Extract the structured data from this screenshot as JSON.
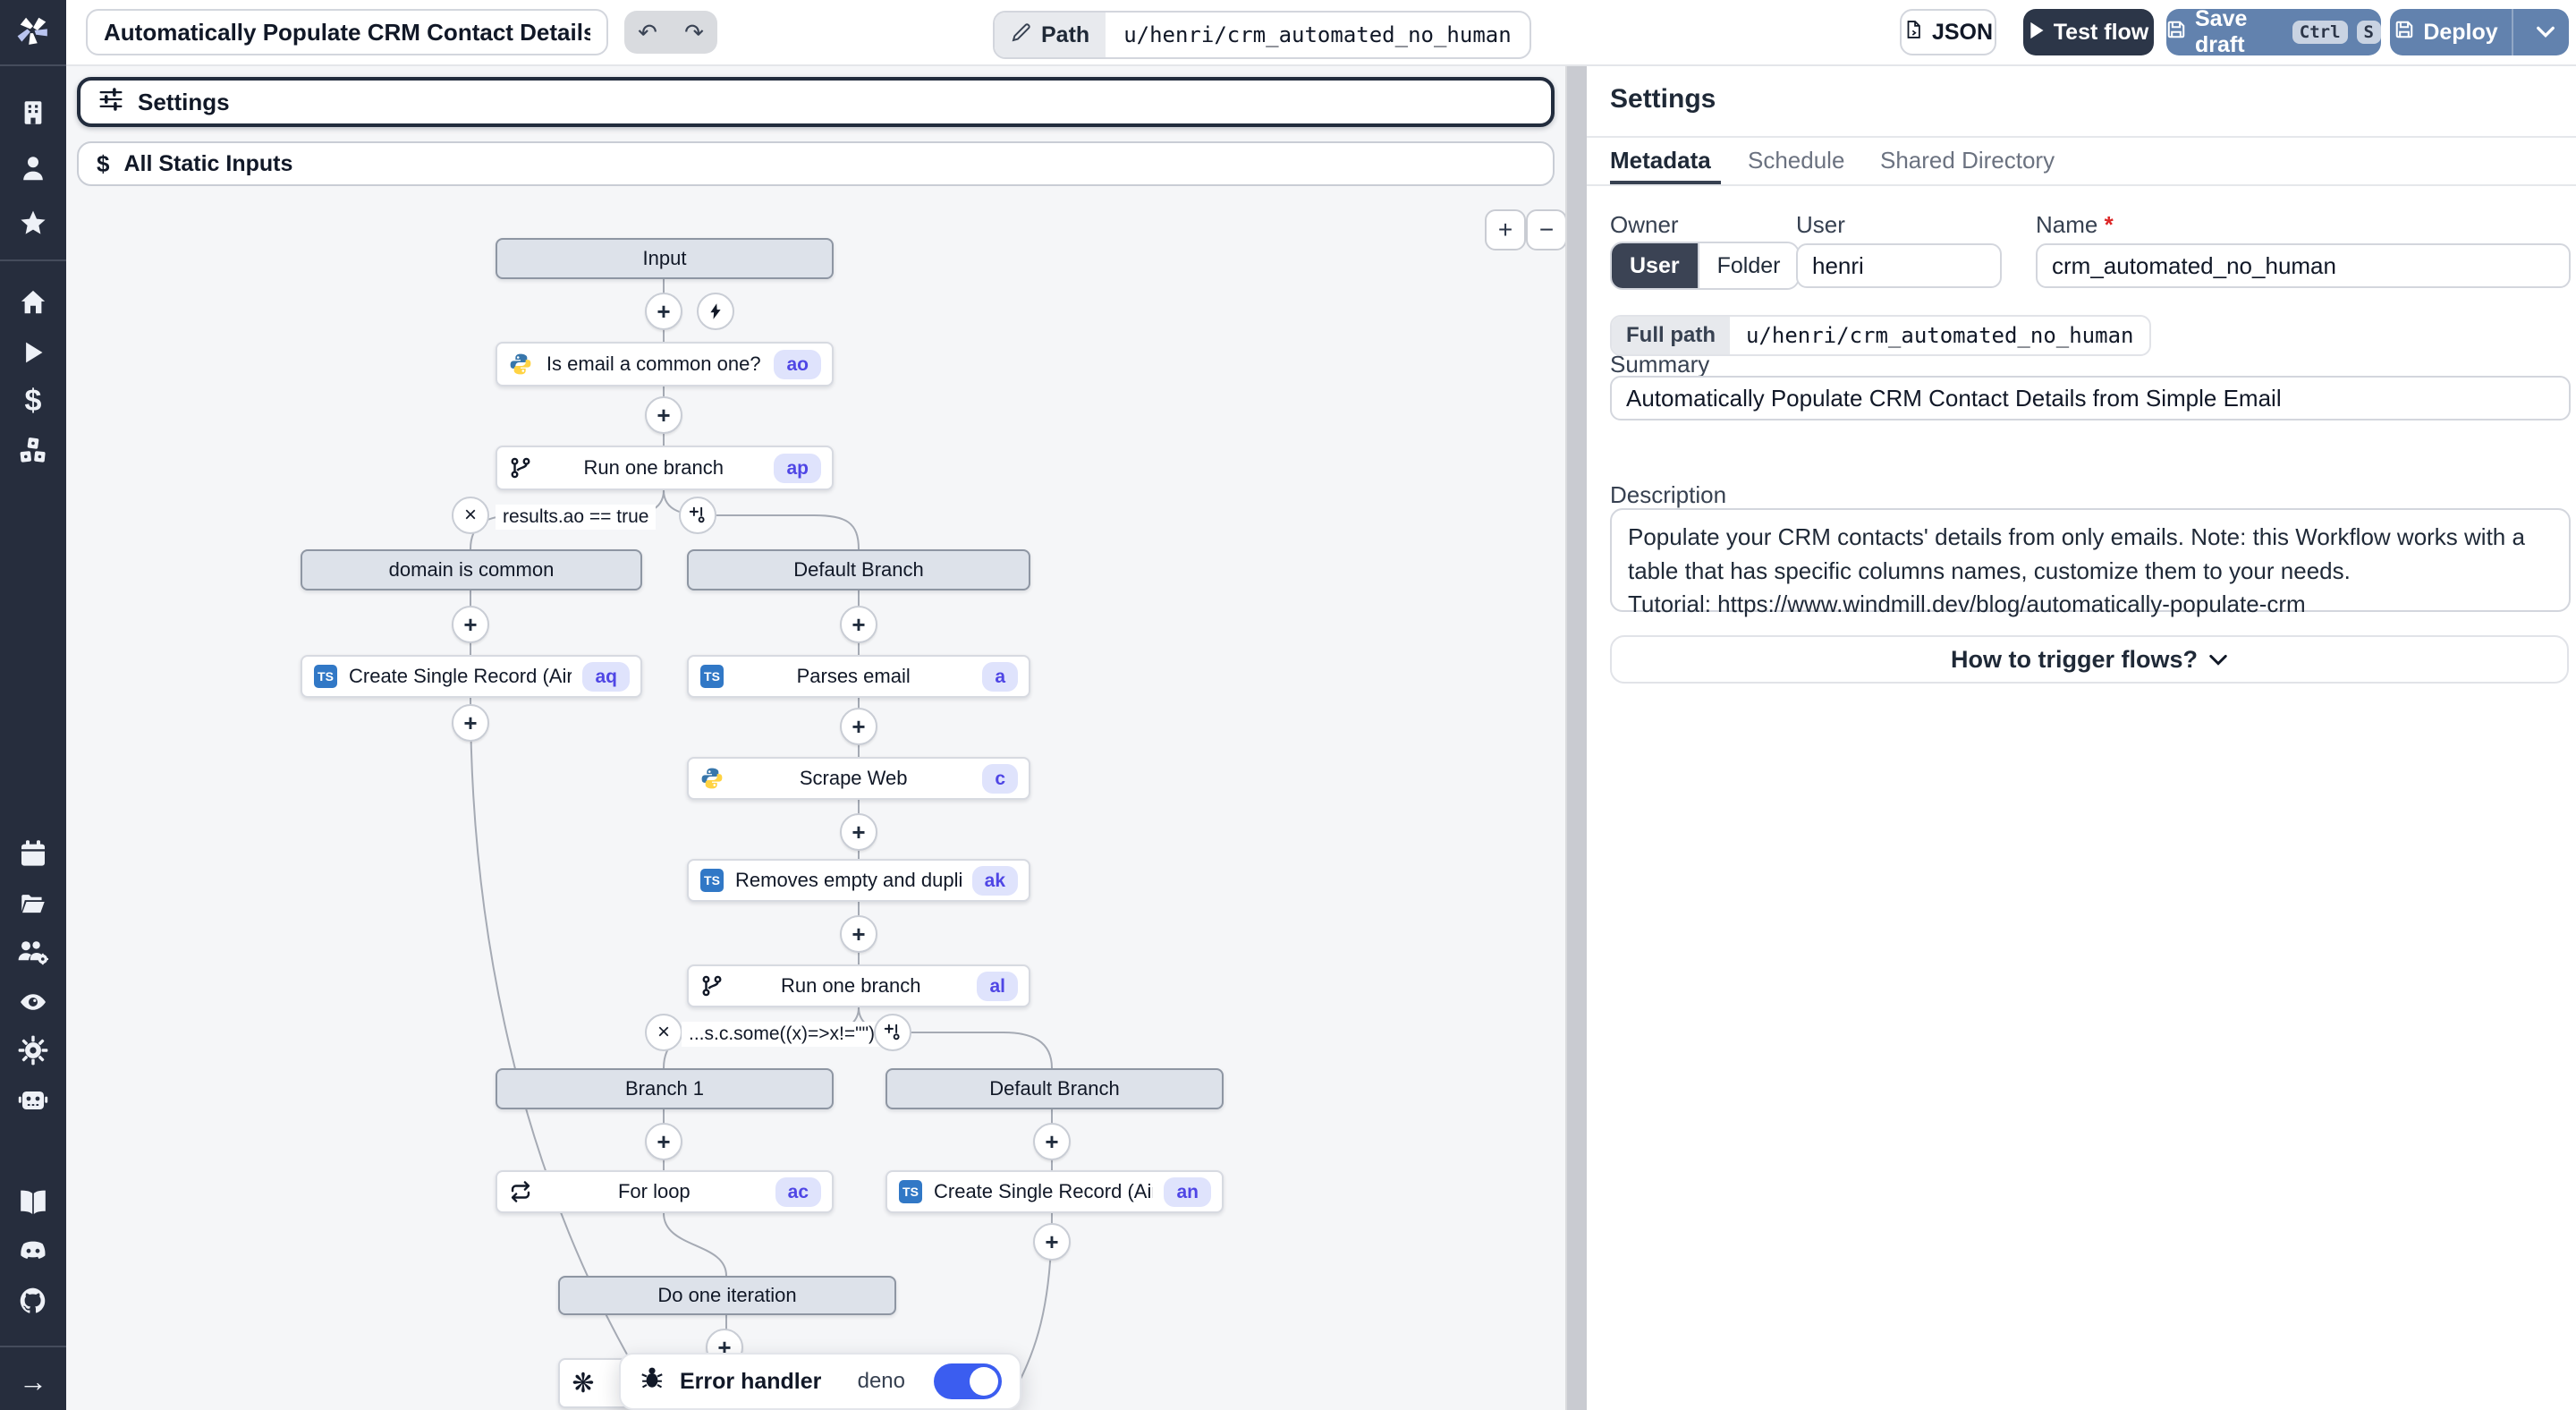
{
  "topbar": {
    "title_value": "Automatically Populate CRM Contact Details from",
    "path_label": "Path",
    "path_value": "u/henri/crm_automated_no_human",
    "json_button": "JSON",
    "test_flow_button": "Test flow",
    "save_draft_button": "Save draft",
    "shortcut_ctrl": "Ctrl",
    "shortcut_s": "S",
    "deploy_button": "Deploy"
  },
  "canvas": {
    "settings_bar": "Settings",
    "static_inputs_bar": "All Static Inputs",
    "zoom_in": "+",
    "zoom_out": "−"
  },
  "flow": {
    "conditions": {
      "branch1": "results.ao == true",
      "branch2": "...s.c.some((x)=>x!=\"\")"
    },
    "nodes": {
      "input": {
        "label": "Input"
      },
      "email_check": {
        "label": "Is email a common one?",
        "badge": "ao"
      },
      "run_branch_top": {
        "label": "Run one branch",
        "badge": "ap"
      },
      "domain_common": {
        "label": "domain is common"
      },
      "default_branch_top": {
        "label": "Default Branch"
      },
      "create_record_left": {
        "label": "Create Single Record (Airtable)",
        "badge": "aq"
      },
      "parses_email": {
        "label": "Parses email",
        "badge": "a"
      },
      "scrape_web": {
        "label": "Scrape Web",
        "badge": "c"
      },
      "removes_empty": {
        "label": "Removes empty and duplicates",
        "badge": "ak"
      },
      "run_branch_mid": {
        "label": "Run one branch",
        "badge": "al"
      },
      "branch_1": {
        "label": "Branch 1"
      },
      "default_branch_mid": {
        "label": "Default Branch"
      },
      "for_loop": {
        "label": "For loop",
        "badge": "ac"
      },
      "create_record_right": {
        "label": "Create Single Record (Airtable)",
        "badge": "an"
      },
      "do_one_iteration": {
        "label": "Do one iteration"
      }
    },
    "error_handler": {
      "label": "Error handler",
      "runtime": "deno"
    }
  },
  "panel": {
    "title": "Settings",
    "tabs": [
      {
        "label": "Metadata"
      },
      {
        "label": "Schedule"
      },
      {
        "label": "Shared Directory"
      }
    ],
    "owner": {
      "label": "Owner",
      "option_user": "User",
      "option_folder": "Folder"
    },
    "user": {
      "label": "User",
      "value": "henri"
    },
    "name": {
      "label": "Name",
      "required_mark": "*",
      "value": "crm_automated_no_human"
    },
    "full_path": {
      "label": "Full path",
      "value": "u/henri/crm_automated_no_human"
    },
    "summary": {
      "label": "Summary",
      "value": "Automatically Populate CRM Contact Details from Simple Email"
    },
    "description": {
      "label": "Description",
      "value": "Populate your CRM contacts' details from only emails. Note: this Workflow works with a table that has specific columns names, customize them to your needs.\nTutorial: https://www.windmill.dev/blog/automatically-populate-crm"
    },
    "trigger": {
      "label": "How to trigger flows?"
    }
  },
  "icons": {
    "undo": "↶",
    "redo": "↷",
    "openai": "❋",
    "dollar": "$",
    "star": "★",
    "arrow_right": "→"
  }
}
